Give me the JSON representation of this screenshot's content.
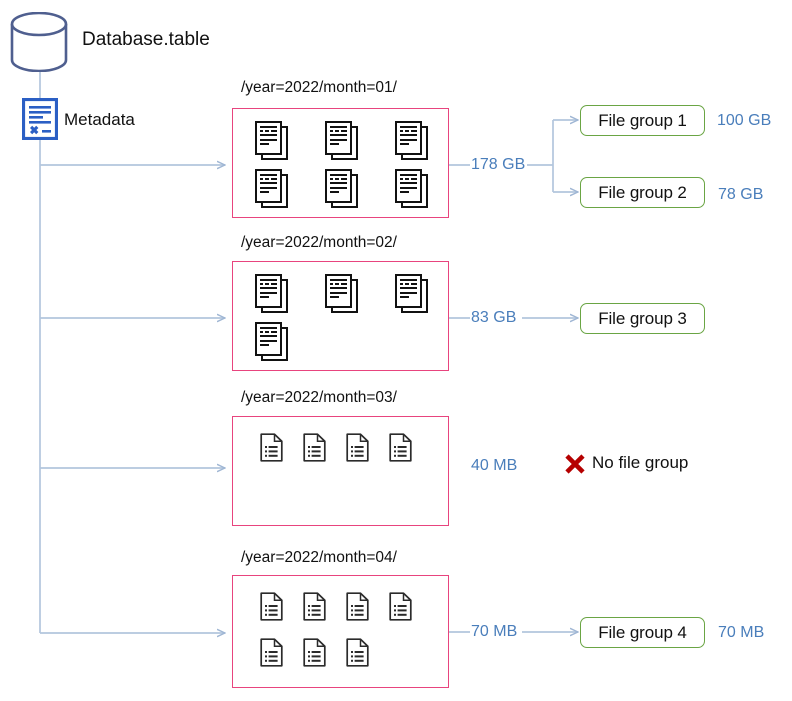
{
  "diagram": {
    "title": "Database.table",
    "metadata_label": "Metadata",
    "no_file_group_label": "No file group",
    "colors": {
      "partition_border": "#e8447e",
      "file_group_border": "#6aa544",
      "size_text": "#4a7ebb",
      "connector": "#b3c6dd",
      "database_icon": "#4f5f8f",
      "metadata_icon": "#2b5fc4",
      "x_mark": "#b50000"
    },
    "partitions": [
      {
        "path": "/year=2022/month=01/",
        "size": "178 GB",
        "doc_icon": "document-stack-icon",
        "doc_count": 6,
        "doc_rows": [
          3,
          3
        ]
      },
      {
        "path": "/year=2022/month=02/",
        "size": "83 GB",
        "doc_icon": "document-stack-icon",
        "doc_count": 4,
        "doc_rows": [
          3,
          1
        ]
      },
      {
        "path": "/year=2022/month=03/",
        "size": "40 MB",
        "doc_icon": "file-icon",
        "doc_count": 4,
        "doc_rows": [
          4
        ]
      },
      {
        "path": "/year=2022/month=04/",
        "size": "70 MB",
        "doc_icon": "file-icon",
        "doc_count": 7,
        "doc_rows": [
          4,
          3
        ]
      }
    ],
    "file_groups": [
      {
        "label": "File group 1",
        "size": "100 GB"
      },
      {
        "label": "File group 2",
        "size": "78 GB"
      },
      {
        "label": "File group 3",
        "size": ""
      },
      {
        "label": "File group 4",
        "size": "70 MB"
      }
    ]
  }
}
